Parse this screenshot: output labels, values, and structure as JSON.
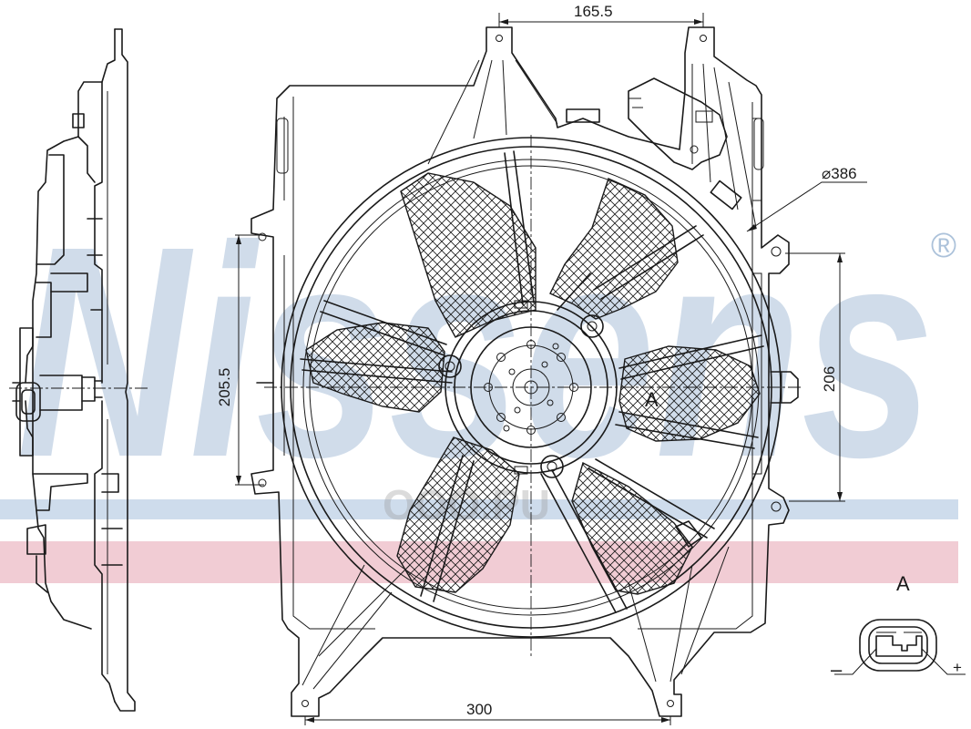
{
  "watermark": {
    "brand": "Nissens",
    "registered_mark": "®",
    "brand_color": "#5b86b6",
    "stripe_blue": "#c9d8ea",
    "stripe_red": "#eec3cc",
    "secondary_logo": "OOO.PU"
  },
  "dimensions": {
    "top_width": "165.5",
    "fan_diameter": "⌀386",
    "left_height": "205.5",
    "right_height": "206",
    "bottom_width": "300"
  },
  "connector": {
    "section_label": "A",
    "view_label": "A",
    "minus": "–",
    "plus": "+"
  },
  "colors": {
    "line": "#1a1a1a",
    "background": "#ffffff"
  }
}
